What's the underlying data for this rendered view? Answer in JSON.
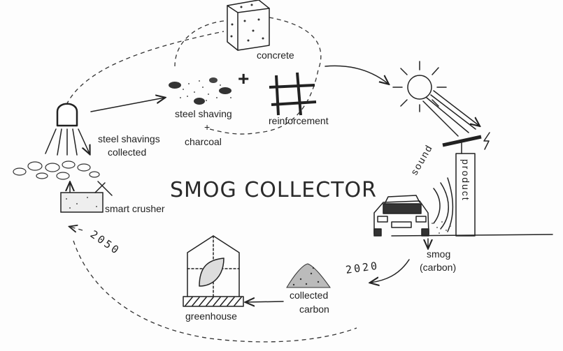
{
  "title": "SMOG COLLECTOR",
  "labels": {
    "concrete": "concrete",
    "steel_shaving": "steel shaving",
    "plus_small": "+",
    "charcoal": "charcoal",
    "plus_big": "+",
    "reinforcement": "reinforcement",
    "steel_shavings_collected_1": "steel shavings",
    "steel_shavings_collected_2": "collected",
    "smart_crusher": "smart crusher",
    "sound": "sound",
    "product": "product",
    "smog": "smog",
    "carbon": "(carbon)",
    "collected_carbon_1": "collected",
    "collected_carbon_2": "carbon",
    "greenhouse": "greenhouse"
  },
  "years": {
    "y2020": "2020",
    "y2050": "2050"
  }
}
